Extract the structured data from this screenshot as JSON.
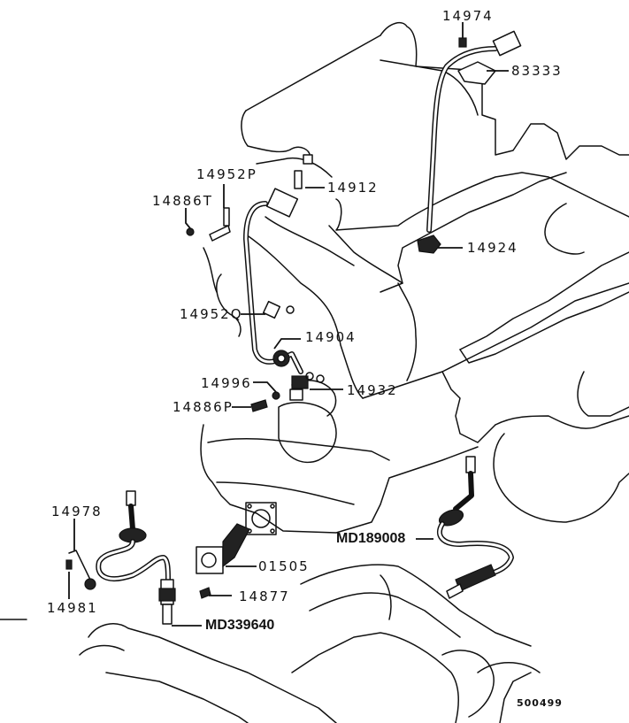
{
  "diagram": {
    "figure_number": "500499",
    "parts": [
      {
        "id": "p14974",
        "number": "14974"
      },
      {
        "id": "p83333",
        "number": "83333"
      },
      {
        "id": "p14952P",
        "number": "14952P"
      },
      {
        "id": "p14912",
        "number": "14912"
      },
      {
        "id": "p14886T",
        "number": "14886T"
      },
      {
        "id": "p14924",
        "number": "14924"
      },
      {
        "id": "p14952Q",
        "number": "14952Q"
      },
      {
        "id": "p14904",
        "number": "14904"
      },
      {
        "id": "p14996",
        "number": "14996"
      },
      {
        "id": "p14932",
        "number": "14932"
      },
      {
        "id": "p14886P",
        "number": "14886P"
      },
      {
        "id": "pMD189008",
        "number": "MD189008"
      },
      {
        "id": "p14978",
        "number": "14978"
      },
      {
        "id": "p01505",
        "number": "01505"
      },
      {
        "id": "p14981",
        "number": "14981"
      },
      {
        "id": "p14877",
        "number": "14877"
      },
      {
        "id": "pMD339640",
        "number": "MD339640"
      }
    ]
  }
}
